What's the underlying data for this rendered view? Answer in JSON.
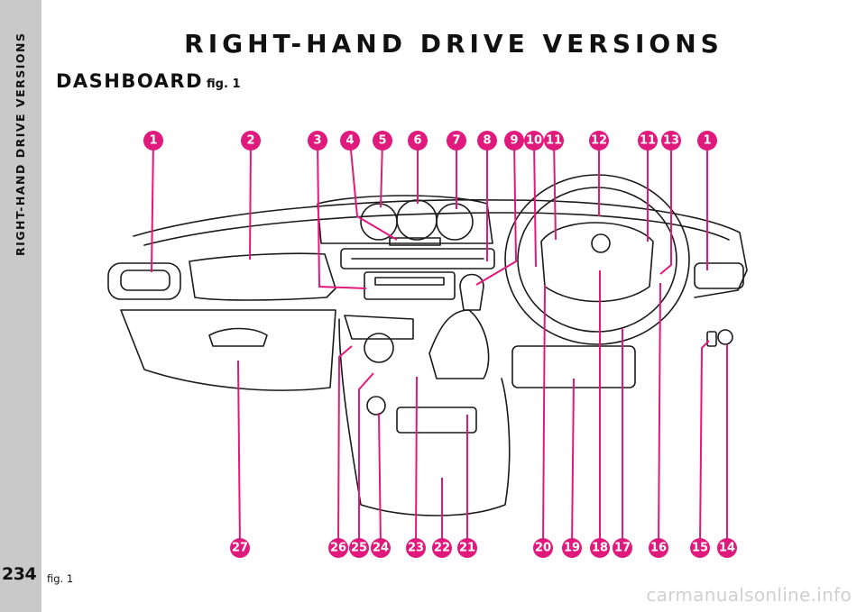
{
  "sidebar": {
    "section_label": "RIGHT-HAND DRIVE VERSIONS",
    "page_number": "234"
  },
  "header": {
    "title": "RIGHT-HAND DRIVE VERSIONS"
  },
  "section": {
    "heading": "DASHBOARD",
    "fig_ref": "fig. 1"
  },
  "figure": {
    "caption": "fig. 1"
  },
  "callouts": {
    "top": [
      "1",
      "2",
      "3",
      "4",
      "5",
      "6",
      "7",
      "8",
      "9",
      "10",
      "11",
      "12",
      "11",
      "13",
      "1"
    ],
    "bottom": [
      "27",
      "26",
      "25",
      "24",
      "23",
      "22",
      "21",
      "20",
      "19",
      "18",
      "17",
      "16",
      "15",
      "14"
    ]
  },
  "watermark": "carmanualsonline.info",
  "colors": {
    "callout": "#e0197d",
    "strip": "#c9c9c9",
    "line": "#1a1a1a"
  }
}
